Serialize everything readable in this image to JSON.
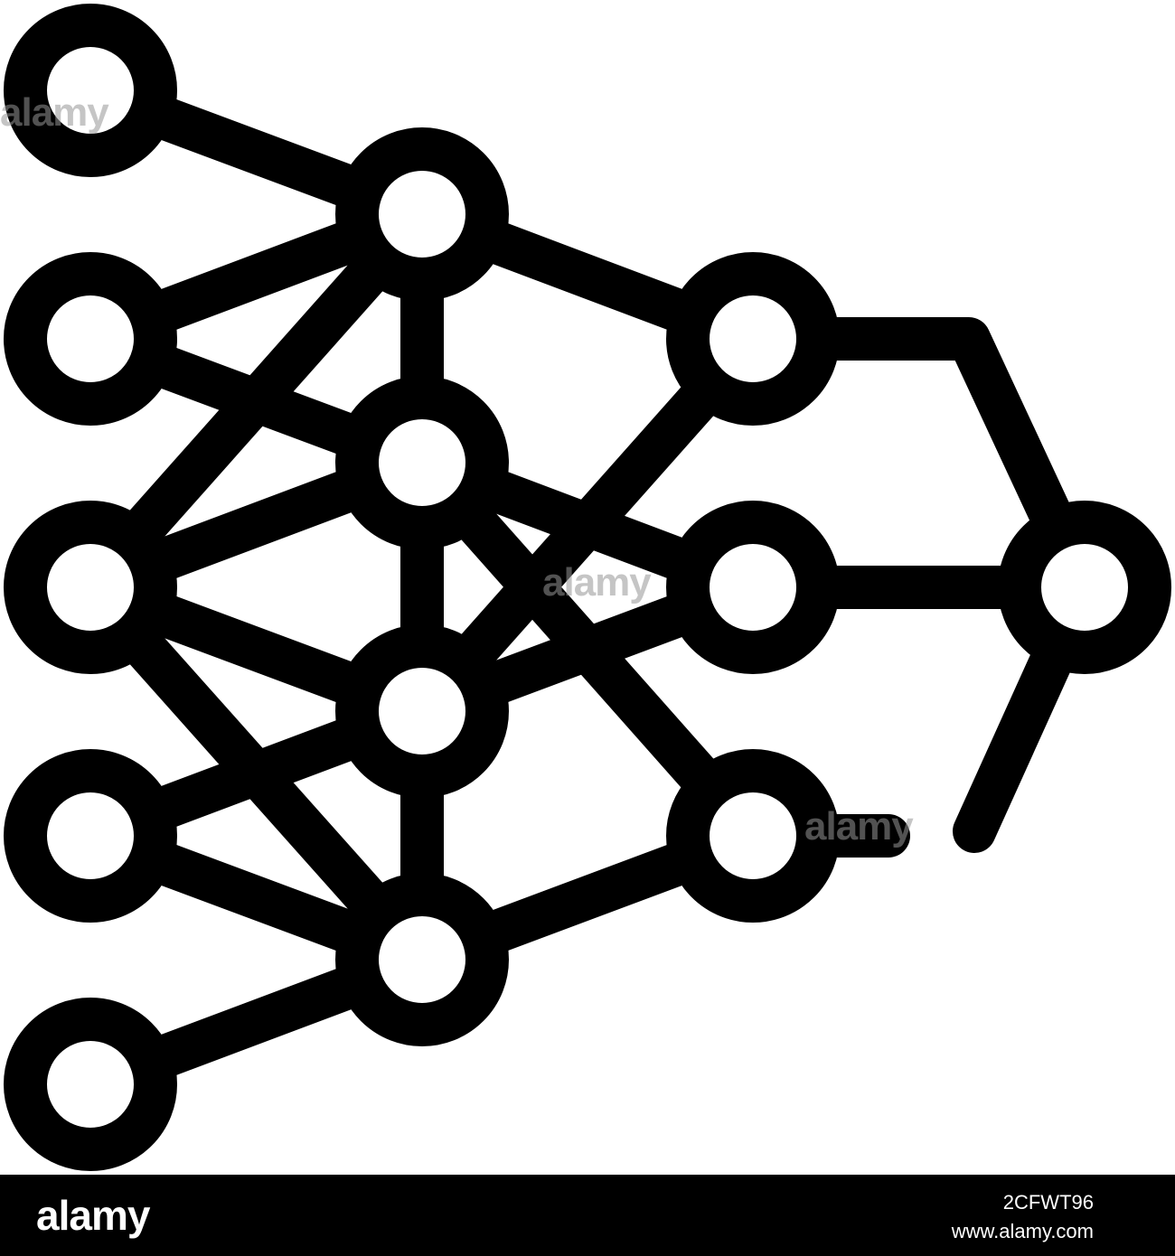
{
  "icon": {
    "name": "neural-network",
    "stroke_color": "#000000",
    "fill_color": "#ffffff"
  },
  "watermark": {
    "text": "alamy"
  },
  "footer": {
    "logo": "alamy",
    "image_id": "2CFWT96",
    "url": "www.alamy.com",
    "background": "#000000",
    "text_color": "#ffffff"
  }
}
